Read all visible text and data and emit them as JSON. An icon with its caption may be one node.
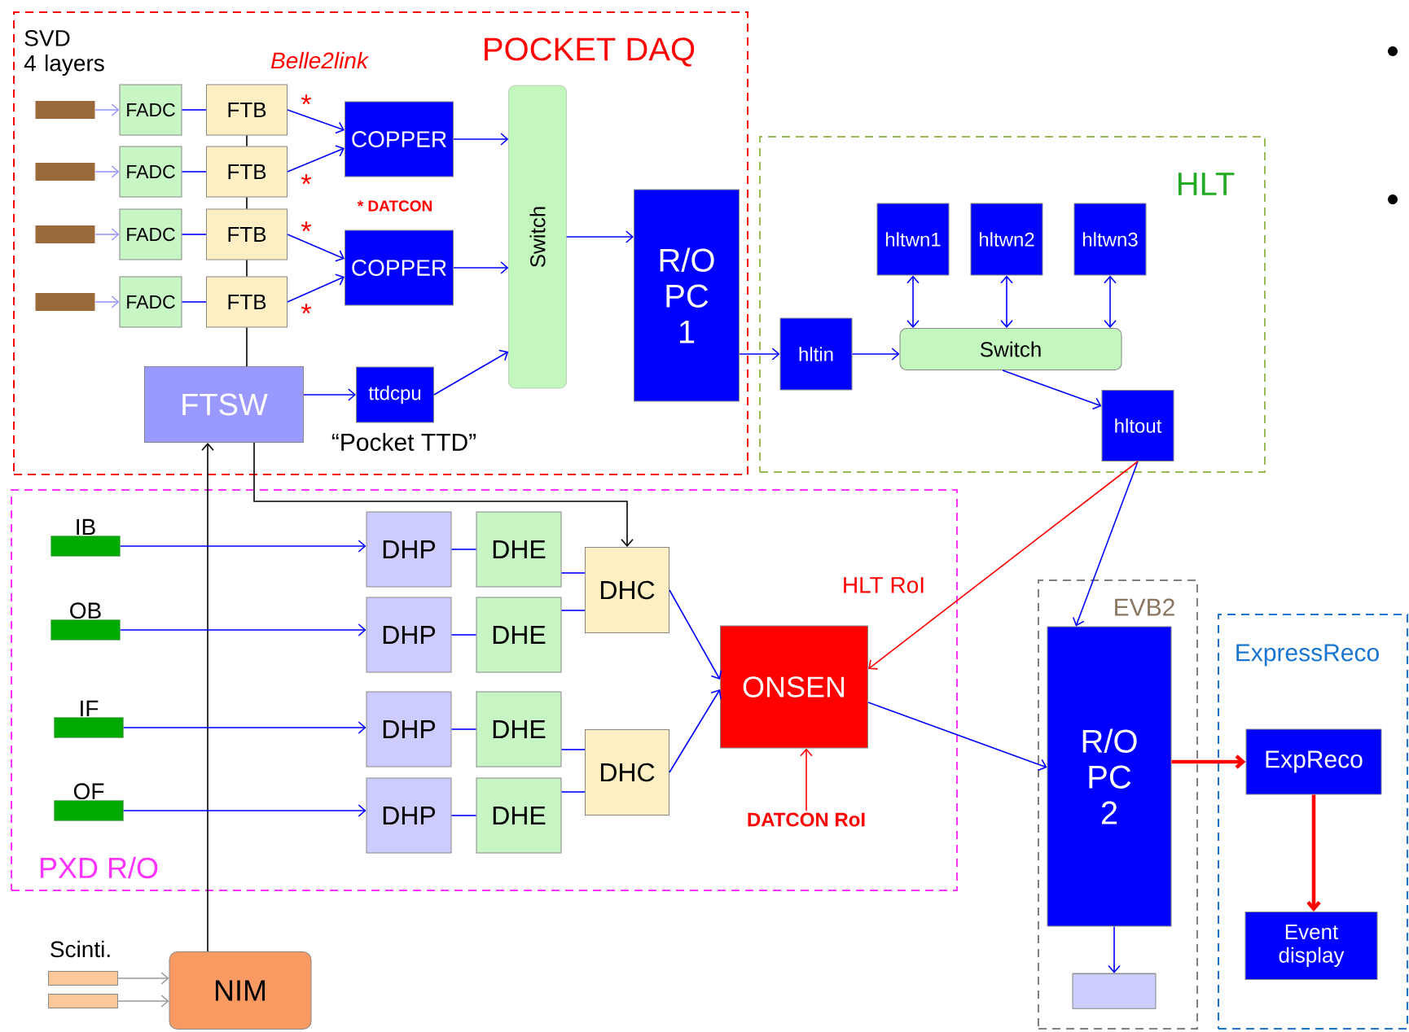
{
  "diagram": {
    "nodes": [
      {
        "text": [
          "POCKET DAQ"
        ]
      },
      {
        "text": [],
        "shape": "bar",
        "in": 0
      },
      {
        "text": [],
        "shape": "bar",
        "in": 0
      },
      {
        "text": [],
        "shape": "bar",
        "in": 0
      },
      {
        "text": [],
        "shape": "bar",
        "in": 0
      },
      {
        "text": [
          "FADC"
        ],
        "in": 0
      },
      {
        "text": [
          "FADC"
        ],
        "in": 0
      },
      {
        "text": [
          "FADC"
        ],
        "in": 0
      },
      {
        "text": [
          "FADC"
        ],
        "in": 0
      },
      {
        "text": [
          "FTB"
        ],
        "in": 0
      },
      {
        "text": [
          "FTB"
        ],
        "in": 0
      },
      {
        "text": [
          "FTB"
        ],
        "in": 0
      },
      {
        "text": [
          "FTB"
        ],
        "in": 0
      },
      {
        "text": [
          "COPPER"
        ],
        "in": 0
      },
      {
        "text": [
          "COPPER"
        ],
        "in": 0
      },
      {
        "text": [
          "Switch"
        ],
        "in": 0
      },
      {
        "text": [
          "R/O PC 1"
        ],
        "in": 0
      },
      {
        "text": [
          "FTSW"
        ],
        "in": 0
      },
      {
        "text": [
          "ttdcpu"
        ],
        "in": 0
      },
      {
        "text": [
          "HLT"
        ]
      },
      {
        "text": [
          "hltwn1"
        ],
        "in": 19
      },
      {
        "text": [
          "hltwn2"
        ],
        "in": 19
      },
      {
        "text": [
          "hltwn3"
        ],
        "in": 19
      },
      {
        "text": [
          "hltin"
        ],
        "in": 19
      },
      {
        "text": [
          "Switch"
        ],
        "in": 19
      },
      {
        "text": [
          "hltout"
        ],
        "in": 19
      },
      {
        "text": [
          "PXD R/O"
        ]
      },
      {
        "text": [
          "IB"
        ],
        "in": 26
      },
      {
        "text": [
          "OB"
        ],
        "in": 26
      },
      {
        "text": [
          "IF"
        ],
        "in": 26
      },
      {
        "text": [
          "OF"
        ],
        "in": 26
      },
      {
        "text": [
          "DHP"
        ],
        "in": 26
      },
      {
        "text": [
          "DHP"
        ],
        "in": 26
      },
      {
        "text": [
          "DHP"
        ],
        "in": 26
      },
      {
        "text": [
          "DHP"
        ],
        "in": 26
      },
      {
        "text": [
          "DHE"
        ],
        "in": 26
      },
      {
        "text": [
          "DHE"
        ],
        "in": 26
      },
      {
        "text": [
          "DHE"
        ],
        "in": 26
      },
      {
        "text": [
          "DHE"
        ],
        "in": 26
      },
      {
        "text": [
          "DHC"
        ],
        "in": 26
      },
      {
        "text": [
          "DHC"
        ],
        "in": 26
      },
      {
        "text": [
          "ONSEN"
        ],
        "in": 26
      },
      {
        "text": [
          "DATCON RoI"
        ],
        "in": 26
      },
      {
        "text": [
          "EVB2"
        ]
      },
      {
        "text": [
          "R/O PC 2"
        ],
        "in": 43
      },
      {
        "text": [],
        "shape": "cylinder",
        "in": 43
      },
      {
        "text": [
          "ExpressReco"
        ]
      },
      {
        "text": [
          "ExpReco"
        ],
        "in": 46
      },
      {
        "text": [
          "Event display"
        ],
        "in": 46
      },
      {
        "text": [],
        "shape": "bar"
      },
      {
        "text": [],
        "shape": "bar"
      },
      {
        "text": [
          "NIM"
        ]
      }
    ],
    "edges": [
      {
        "from": 1,
        "to": 5,
        "arrow": "to",
        "color": "#9999ff"
      },
      {
        "from": 2,
        "to": 6,
        "arrow": "to",
        "color": "#9999ff"
      },
      {
        "from": 3,
        "to": 7,
        "arrow": "to",
        "color": "#9999ff"
      },
      {
        "from": 4,
        "to": 8,
        "arrow": "to",
        "color": "#9999ff"
      },
      {
        "from": 5,
        "to": 9,
        "arrow": "none"
      },
      {
        "from": 6,
        "to": 10,
        "arrow": "none"
      },
      {
        "from": 7,
        "to": 11,
        "arrow": "none"
      },
      {
        "from": 8,
        "to": 12,
        "arrow": "none"
      },
      {
        "from": 9,
        "to": 10,
        "arrow": "none",
        "color": "#000000"
      },
      {
        "from": 10,
        "to": 11,
        "arrow": "none",
        "color": "#000000"
      },
      {
        "from": 11,
        "to": 12,
        "arrow": "none",
        "color": "#000000"
      },
      {
        "from": 12,
        "to": 17,
        "arrow": "none",
        "color": "#000000"
      },
      {
        "from": 9,
        "to": 13,
        "arrow": "to"
      },
      {
        "from": 10,
        "to": 13,
        "arrow": "to"
      },
      {
        "from": 11,
        "to": 14,
        "arrow": "to"
      },
      {
        "from": 12,
        "to": 14,
        "arrow": "to"
      },
      {
        "from": 13,
        "to": 15,
        "arrow": "to"
      },
      {
        "from": 14,
        "to": 15,
        "arrow": "to"
      },
      {
        "from": 18,
        "to": 15,
        "arrow": "to"
      },
      {
        "from": 17,
        "to": 18,
        "arrow": "to"
      },
      {
        "from": 15,
        "to": 16,
        "arrow": "to"
      },
      {
        "from": 16,
        "to": 23,
        "arrow": "to"
      },
      {
        "from": 23,
        "to": 24,
        "arrow": "to"
      },
      {
        "from": 20,
        "to": 24,
        "arrow": "both"
      },
      {
        "from": 21,
        "to": 24,
        "arrow": "both"
      },
      {
        "from": 22,
        "to": 24,
        "arrow": "both"
      },
      {
        "from": 24,
        "to": 25,
        "arrow": "to"
      },
      {
        "from": 25,
        "to": 44,
        "arrow": "to"
      },
      {
        "from": 25,
        "to": 41,
        "arrow": "to",
        "color": "#ff0000",
        "label": "HLT RoI"
      },
      {
        "from": 17,
        "to": 39,
        "arrow": "to",
        "color": "#000000"
      },
      {
        "from": 51,
        "to": 17,
        "arrow": "to",
        "color": "#000000"
      },
      {
        "from": 49,
        "to": 51,
        "arrow": "to",
        "color": "#999999"
      },
      {
        "from": 50,
        "to": 51,
        "arrow": "to",
        "color": "#999999"
      },
      {
        "from": 27,
        "to": 31,
        "arrow": "to"
      },
      {
        "from": 28,
        "to": 32,
        "arrow": "to"
      },
      {
        "from": 29,
        "to": 33,
        "arrow": "to"
      },
      {
        "from": 30,
        "to": 34,
        "arrow": "to"
      },
      {
        "from": 31,
        "to": 35,
        "arrow": "none"
      },
      {
        "from": 32,
        "to": 36,
        "arrow": "none"
      },
      {
        "from": 33,
        "to": 37,
        "arrow": "none"
      },
      {
        "from": 34,
        "to": 38,
        "arrow": "none"
      },
      {
        "from": 35,
        "to": 39,
        "arrow": "none"
      },
      {
        "from": 36,
        "to": 39,
        "arrow": "none"
      },
      {
        "from": 37,
        "to": 40,
        "arrow": "none"
      },
      {
        "from": 38,
        "to": 40,
        "arrow": "none"
      },
      {
        "from": 39,
        "to": 41,
        "arrow": "to"
      },
      {
        "from": 40,
        "to": 41,
        "arrow": "to"
      },
      {
        "from": 42,
        "to": 41,
        "arrow": "to",
        "color": "#ff0000"
      },
      {
        "from": 41,
        "to": 44,
        "arrow": "to"
      },
      {
        "from": 44,
        "to": 45,
        "arrow": "to"
      },
      {
        "from": 44,
        "to": 47,
        "arrow": "to",
        "color": "#ff0000",
        "style": "thick"
      },
      {
        "from": 47,
        "to": 48,
        "arrow": "to",
        "color": "#ff0000",
        "style": "thick"
      }
    ],
    "labels": [
      "SVD 4 layers",
      "Belle2link",
      "*",
      "*",
      "*",
      "*",
      "* DATCON",
      "“Pocket TTD”",
      "Scinti."
    ]
  }
}
